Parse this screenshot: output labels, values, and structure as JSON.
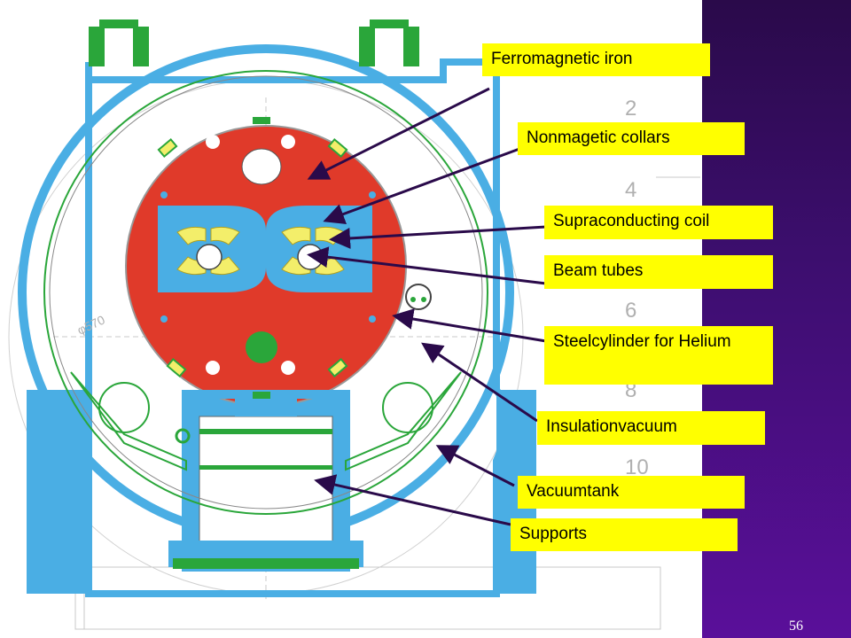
{
  "labels": {
    "ferromagnetic_iron": "Ferromagnetic iron",
    "nonmagnetic_collars": "Nonmagetic collars",
    "supraconducting_coil": "Supraconducting coil",
    "beam_tubes": "Beam tubes",
    "steelcylinder": "Steelcylinder for Helium",
    "insulationvacuum": "Insulationvacuum",
    "vacuumtank": "Vacuumtank",
    "supports": "Supports"
  },
  "drawing_marks": {
    "n2": "2",
    "n4": "4",
    "n6": "6",
    "n8": "8",
    "n10": "10",
    "phi570": "φ570"
  },
  "page_number": "56",
  "colors": {
    "iron_red": "#e03a2a",
    "collar_blue": "#4aaee4",
    "coil_yellow": "#f3ee6a",
    "support_green": "#2aa63a",
    "label_yellow": "#ffff00",
    "arrow_purple": "#2a0a4a",
    "panel_purple": "#3c0e6e"
  },
  "icons": [
    "arrow-icon"
  ]
}
